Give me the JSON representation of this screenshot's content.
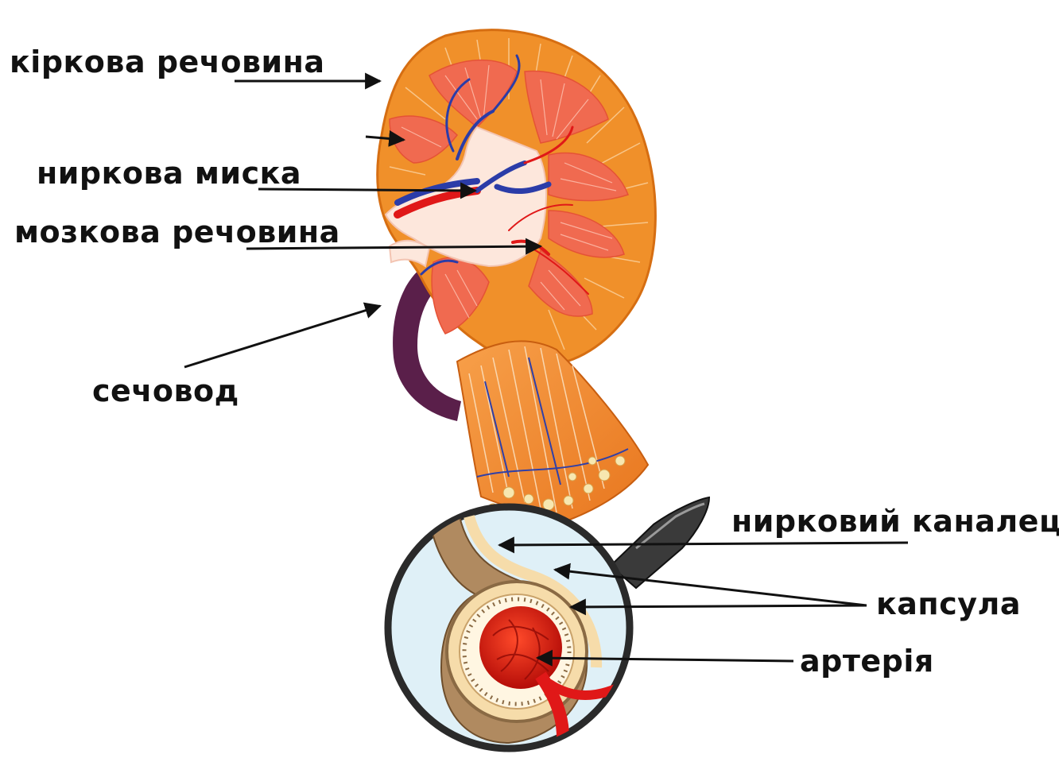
{
  "diagram": {
    "labels": {
      "cortex": "кіркова речовина",
      "pelvis": "ниркова миска",
      "medulla": "мозкова речовина",
      "ureter": "сечовод",
      "tubule": "нирковий каналець",
      "capsule": "капсула",
      "artery": "артерія"
    }
  },
  "colors": {
    "cortex": "#f0902a",
    "medulla": "#f06a50",
    "pelvis": "#fde7dc",
    "vein": "#2b3ca8",
    "artery": "#e01818",
    "ureter": "#5a1f4a",
    "lens_bg": "#dff0f7",
    "lens_rim": "#2a2a2a",
    "capsule": "#f6dcaa",
    "glomerulus": "#d81a10",
    "text": "#111111"
  }
}
